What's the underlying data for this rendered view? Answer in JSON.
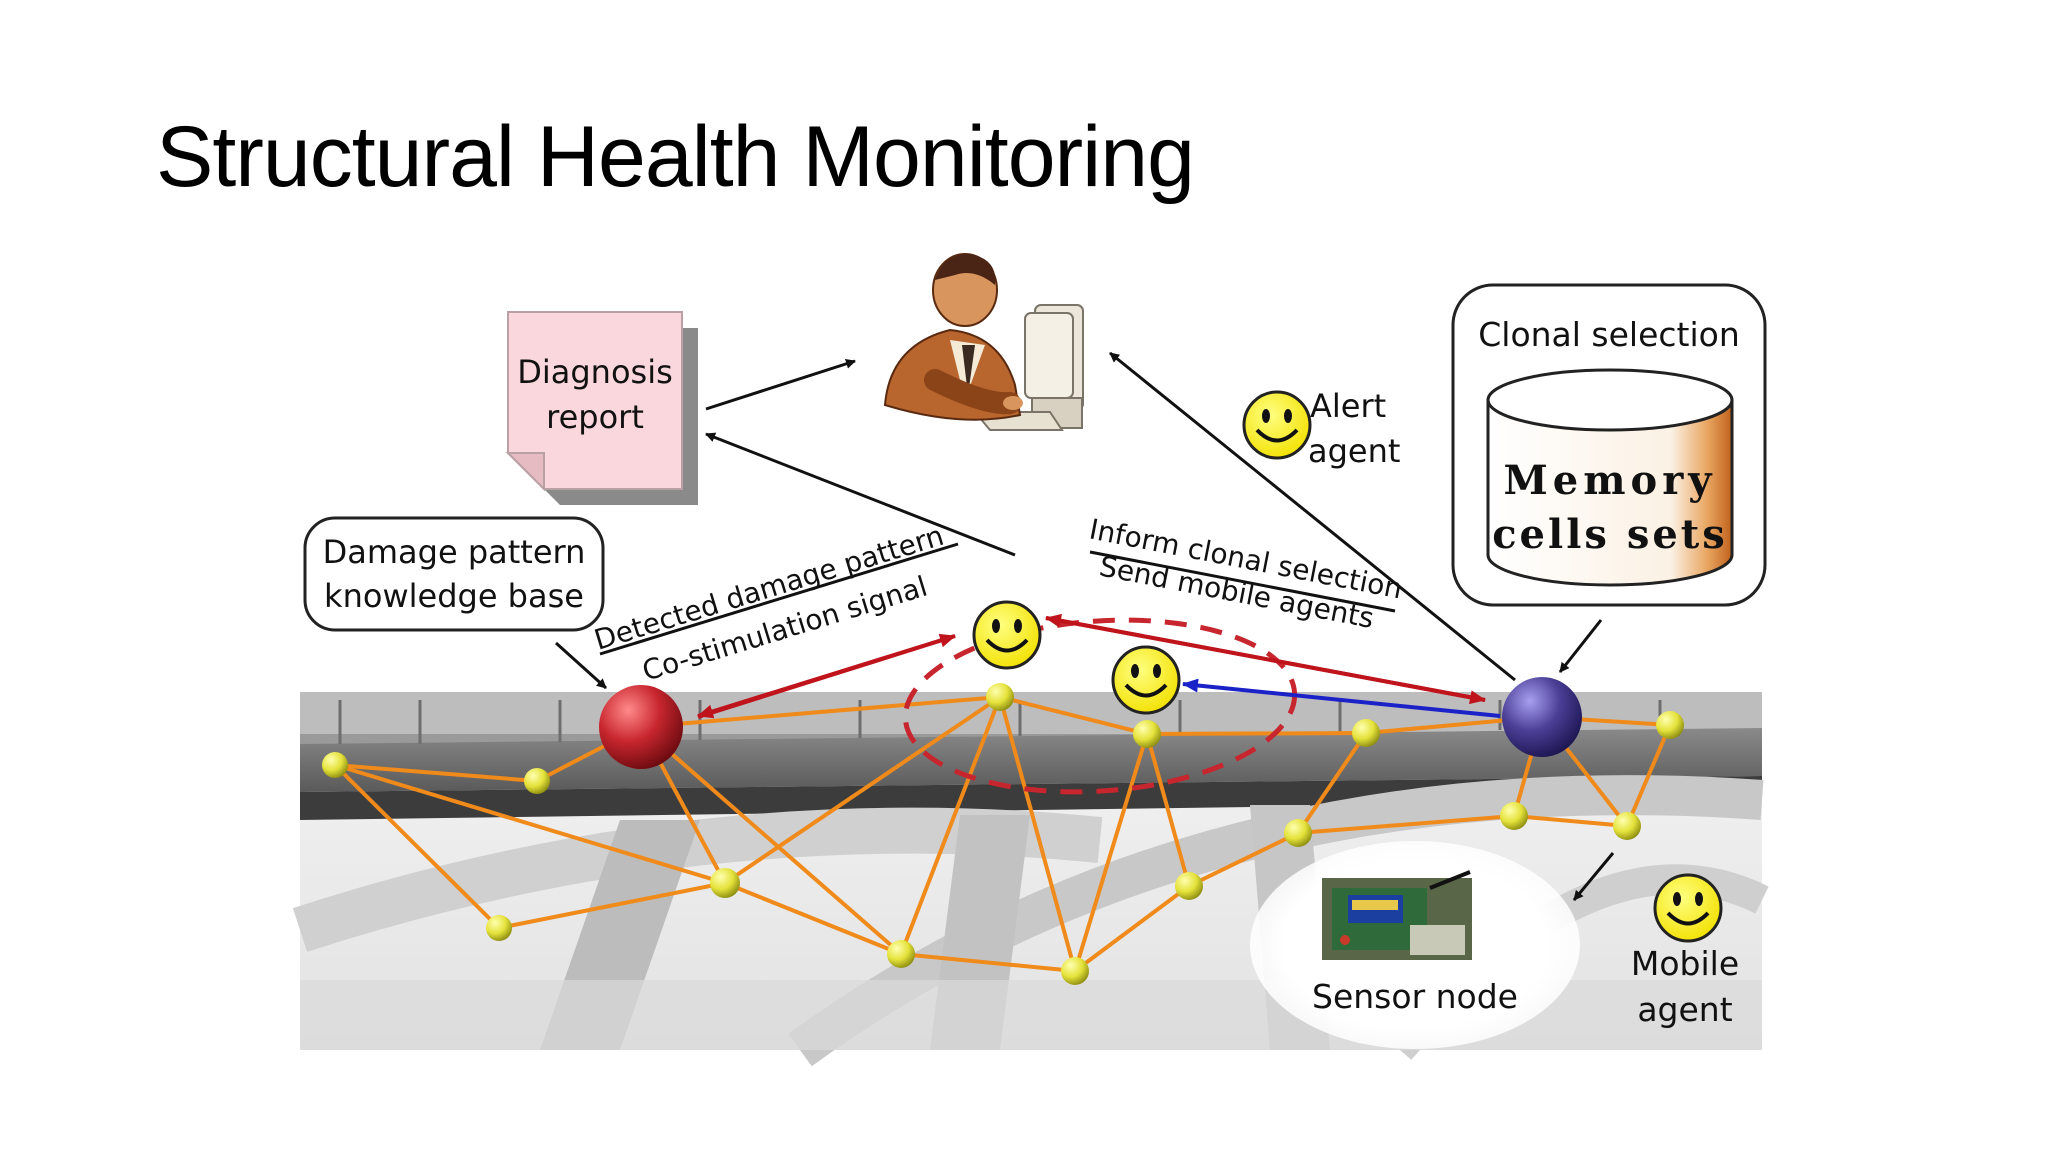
{
  "slide": {
    "title": "Structural Health Monitoring"
  },
  "diagram": {
    "diagnosis_report": {
      "line1": "Diagnosis",
      "line2": "report"
    },
    "alert_agent": {
      "line1": "Alert",
      "line2": "agent"
    },
    "clonal_selection": {
      "title": "Clonal selection",
      "memory_line1": "Memory",
      "memory_line2": "cells sets"
    },
    "damage_pattern_kb": {
      "line1": "Damage pattern",
      "line2": "knowledge base"
    },
    "detected_damage_pattern": "Detected damage pattern",
    "co_stimulation_signal": "Co-stimulation signal",
    "inform_clonal_selection": "Inform clonal selection",
    "send_mobile_agents": "Send mobile agents",
    "sensor_node": "Sensor node",
    "mobile_agent": {
      "line1": "Mobile",
      "line2": "agent"
    },
    "colors": {
      "damage_node": "#c8262e",
      "base_node": "#4a3f96",
      "sensor_nodes": "#e4e23a",
      "network_links": "#f08a1a",
      "red_arrows": "#c0141c",
      "blue_arrow": "#1a22c8",
      "report_paper": "#f9d7dc"
    }
  }
}
